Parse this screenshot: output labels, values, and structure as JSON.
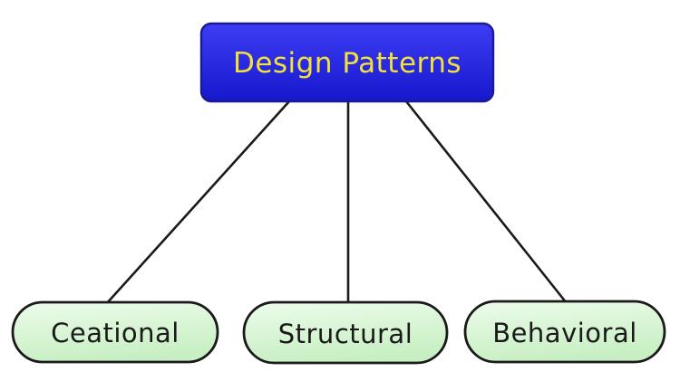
{
  "background_color": "#ffffff",
  "diagram": {
    "root": {
      "label": "Design Patterns",
      "text_color": "#f2e13b",
      "fill_top": "#3d3df5",
      "fill_bottom": "#1717cd",
      "border_color": "#1a1a99"
    },
    "children": [
      {
        "label": "Ceational"
      },
      {
        "label": "Structural"
      },
      {
        "label": "Behavioral"
      }
    ],
    "child_style": {
      "text_color": "#1a1a1a",
      "fill_top": "#ecfceb",
      "fill_bottom": "#c8efc3",
      "border_color": "#1a1a1a"
    },
    "connector_color": "#1a1a1a"
  }
}
